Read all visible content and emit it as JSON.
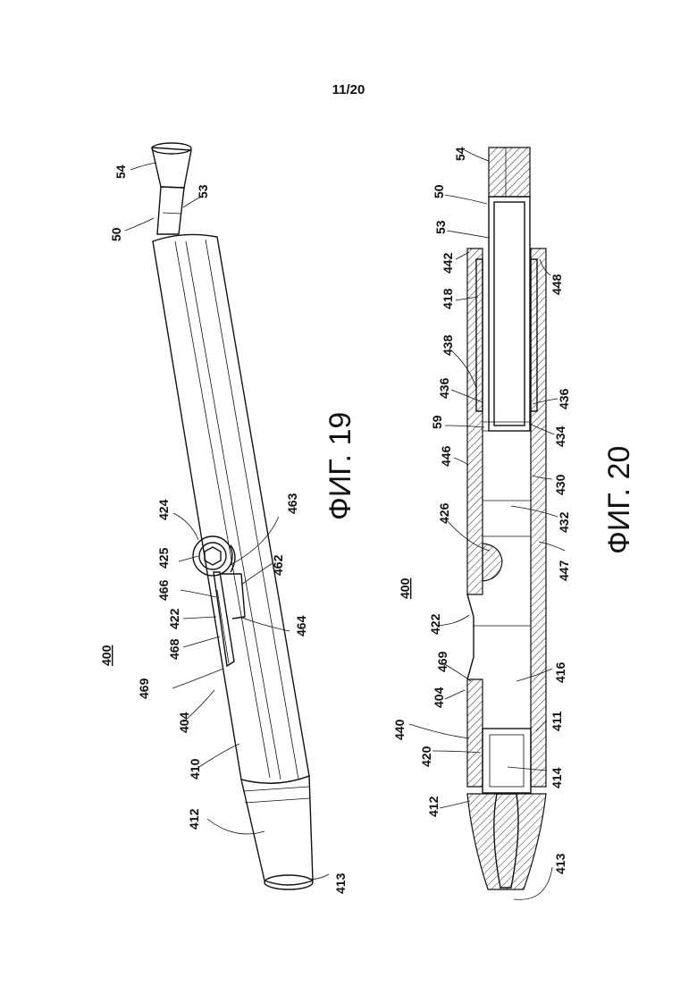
{
  "sheet_number": "11/20",
  "fig19": {
    "label": "ФИГ. 19",
    "assembly_ref": "400",
    "refs": {
      "r54": "54",
      "r53": "53",
      "r50": "50",
      "r424": "424",
      "r425": "425",
      "r463": "463",
      "r466": "466",
      "r462": "462",
      "r422": "422",
      "r468": "468",
      "r464": "464",
      "r469": "469",
      "r404": "404",
      "r410": "410",
      "r412": "412",
      "r413": "413"
    }
  },
  "fig20": {
    "label": "ФИГ. 20",
    "assembly_ref": "400",
    "refs": {
      "r54": "54",
      "r50": "50",
      "r53": "53",
      "r442": "442",
      "r448": "448",
      "r418": "418",
      "r438": "438",
      "r436a": "436",
      "r436b": "436",
      "r59": "59",
      "r434": "434",
      "r446": "446",
      "r430": "430",
      "r426": "426",
      "r432": "432",
      "r447": "447",
      "r422": "422",
      "r469": "469",
      "r416": "416",
      "r404": "404",
      "r440": "440",
      "r411": "411",
      "r420": "420",
      "r414": "414",
      "r412": "412",
      "r413": "413"
    }
  }
}
